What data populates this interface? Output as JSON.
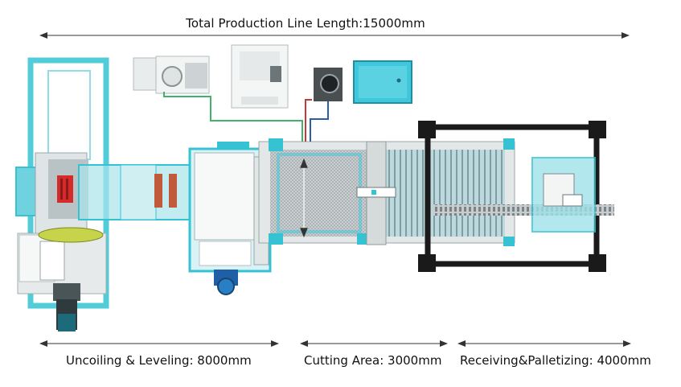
{
  "title": "Total Production Line Length:15000mm",
  "sections": [
    {
      "name": "Uncoiling & Leveling",
      "length": "8000mm",
      "text": "Uncoiling & Leveling:  8000mm"
    },
    {
      "name": "Cutting Area",
      "length": "3000mm",
      "text": "Cutting Area:  3000mm"
    },
    {
      "name": "Receiving&Palletizing",
      "length": "4000mm",
      "text": "Receiving&Palletizing:  4000mm"
    }
  ],
  "colors": {
    "machine_cyan": "#35c3d4",
    "frame_black": "#1a1a1a",
    "panel_white": "#f4f5f5",
    "accent_red": "#d42a2a",
    "accent_blue": "#1f5fa8"
  }
}
